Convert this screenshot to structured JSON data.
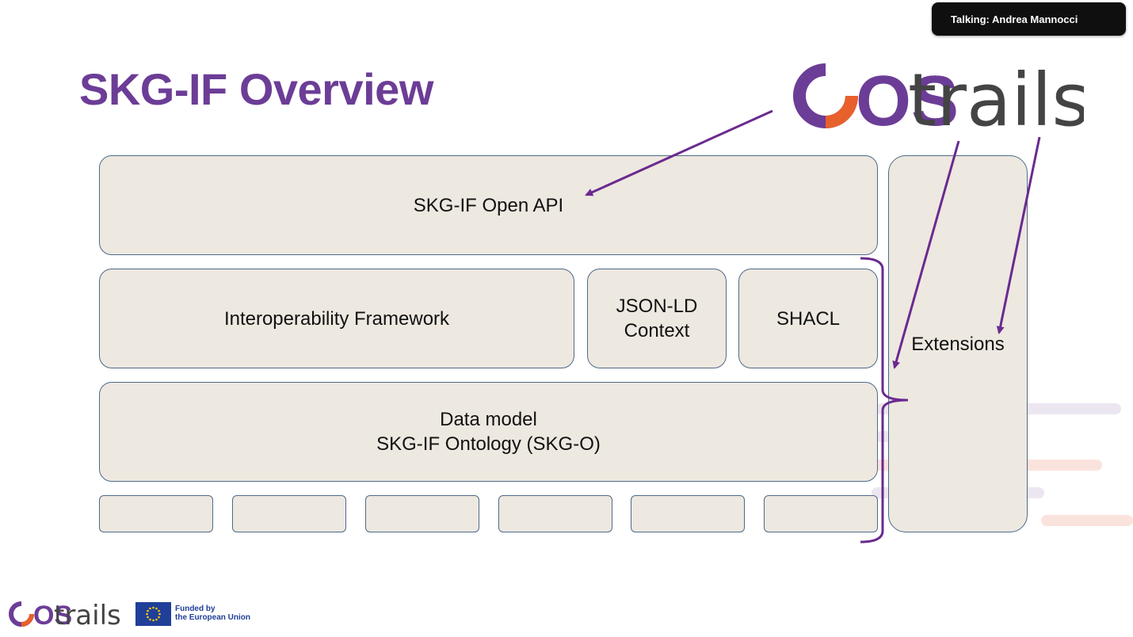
{
  "talking_indicator": "Talking: Andrea Mannocci",
  "slide": {
    "title": "SKG-IF Overview",
    "boxes": {
      "open_api": "SKG-IF Open API",
      "interop": "Interoperability Framework",
      "jsonld_line1": "JSON-LD",
      "jsonld_line2": "Context",
      "shacl": "SHACL",
      "data_model_line1": "Data model",
      "data_model_line2": "SKG-IF Ontology (SKG-O)",
      "extensions": "Extensions"
    }
  },
  "logo": {
    "os": "OS",
    "trails": "trails"
  },
  "footer": {
    "eu_line1": "Funded by",
    "eu_line2": "the European Union"
  },
  "colors": {
    "title": "#6c3d96",
    "box_fill": "#ede8e0",
    "box_border": "#4f6a8a",
    "arrow": "#6a2a8f",
    "logo_orange": "#e8602c",
    "logo_purple": "#6c3d96",
    "logo_gray": "#444444",
    "eu_blue": "#1f3f99",
    "eu_star": "#ffcc00"
  }
}
